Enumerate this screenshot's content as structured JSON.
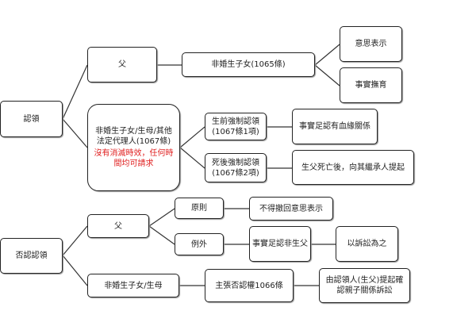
{
  "recognition": {
    "root": "認領",
    "father": "父",
    "illegitimate_1065": "非婚生子女(1065條)",
    "intent": "意思表示",
    "raising": "事實撫育",
    "claimants_1067": "非婚生子女/生母/其他法定代理人(1067條)",
    "no_limitation": "沒有消滅時效，任何時間均可請求",
    "compulsory_alive": "生前強制認領(1067條1項)",
    "blood_relation": "事實足認有血緣關係",
    "compulsory_dead": "死後強制認領(1067條2項)",
    "against_heirs": "生父死亡後，向其繼承人提起"
  },
  "denial": {
    "root": "否認認領",
    "father": "父",
    "principle": "原則",
    "no_withdraw": "不得撤回意思表示",
    "exception": "例外",
    "not_father": "事實足認非生父",
    "by_lawsuit": "以訴訟為之",
    "child_mother": "非婚生子女/生母",
    "claim_1066": "主張否認權1066條",
    "confirm_suit": "由認領人(生父)提起確認親子關係訴訟"
  },
  "colors": {
    "line": "#333333",
    "note": "#e02020"
  }
}
